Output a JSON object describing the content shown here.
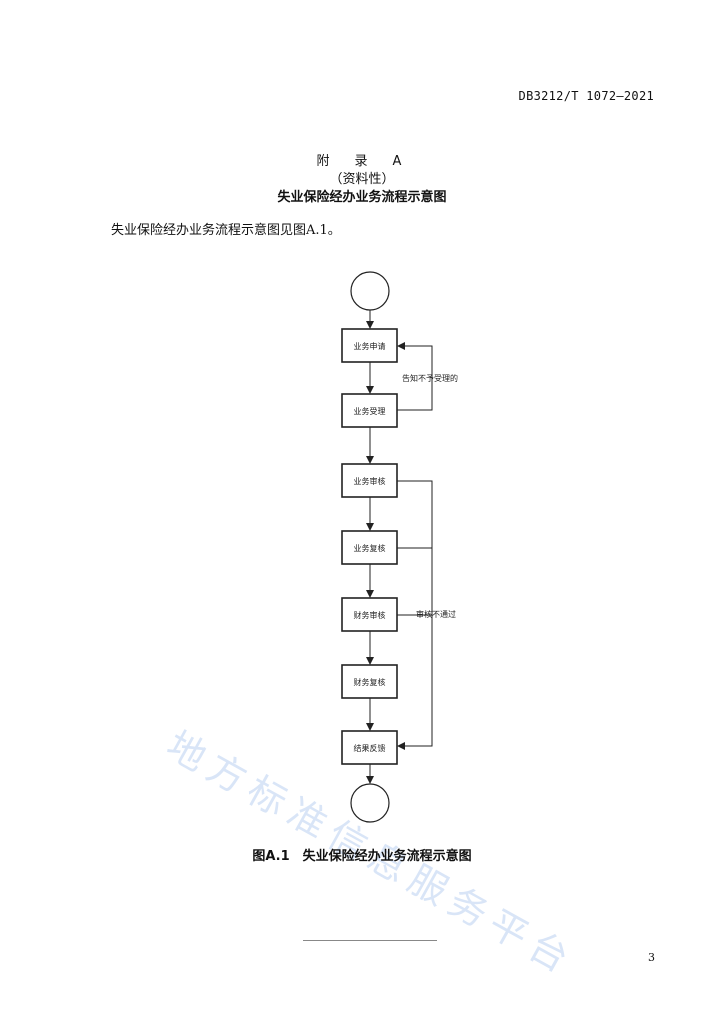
{
  "header": {
    "doc_code": "DB3212/T 1072—2021"
  },
  "annex": {
    "label": "附　录　A",
    "type": "（资料性）",
    "title": "失业保险经办业务流程示意图"
  },
  "intro": "失业保险经办业务流程示意图见图A.1。",
  "flowchart": {
    "nodes": [
      {
        "id": "apply",
        "label": "业务申请"
      },
      {
        "id": "accept",
        "label": "业务受理"
      },
      {
        "id": "review",
        "label": "业务审核"
      },
      {
        "id": "recheck",
        "label": "业务复核"
      },
      {
        "id": "fin-review",
        "label": "财务审核"
      },
      {
        "id": "fin-recheck",
        "label": "财务复核"
      },
      {
        "id": "disburse",
        "label": "结果反馈"
      }
    ],
    "notes": {
      "not_accepted": "告知不予受理的",
      "not_passed": "审核不通过"
    }
  },
  "watermark": "地方标准信息服务平台",
  "figure_caption": "图A.1　失业保险经办业务流程示意图",
  "page_number": "3"
}
